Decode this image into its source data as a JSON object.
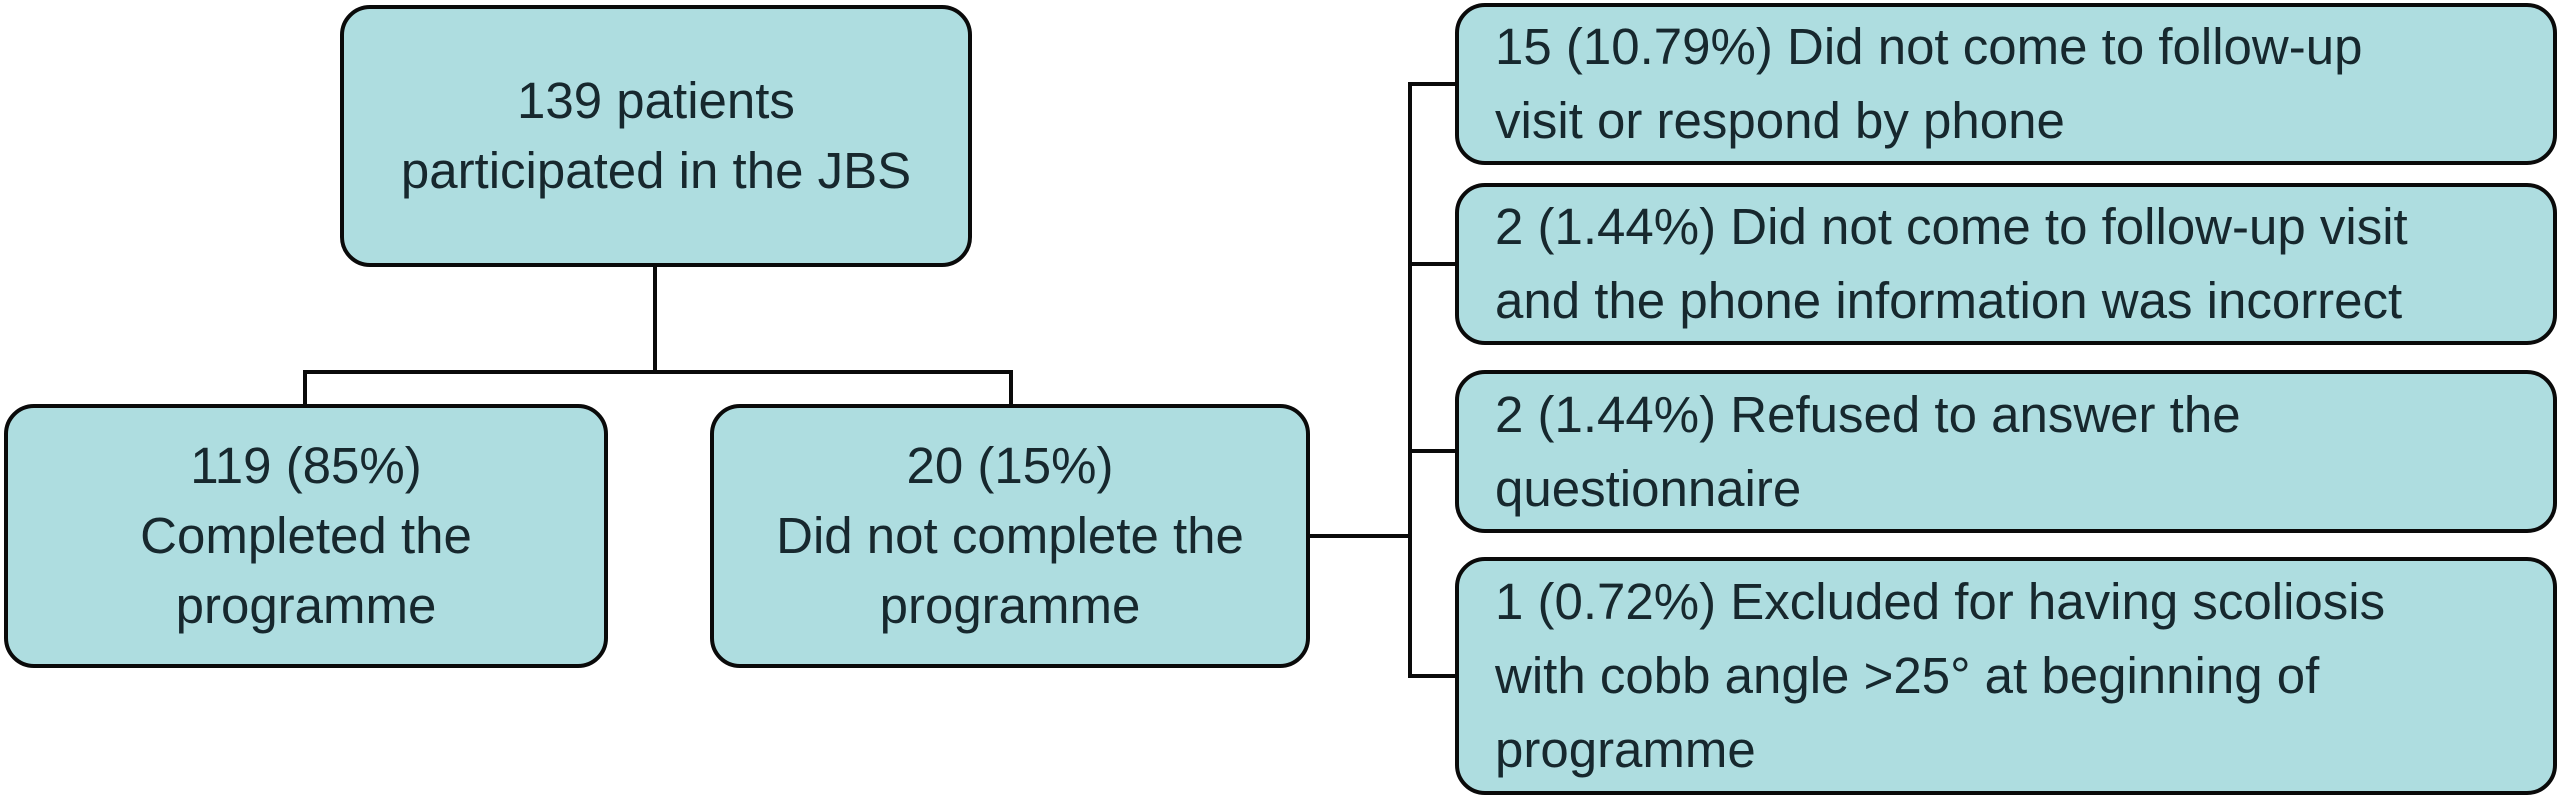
{
  "colors": {
    "node_fill": "#aedde0",
    "node_border": "#0a0a0a",
    "text_color": "#17282e",
    "connector": "#0a0a0a",
    "background": "#ffffff"
  },
  "nodes": {
    "root": {
      "text": "139 patients\nparticipated in the JBS"
    },
    "completed": {
      "text": "119 (85%)\nCompleted the\nprogramme"
    },
    "not_completed": {
      "text": "20 (15%)\nDid not complete the\nprogramme"
    },
    "reasons": [
      {
        "text": "15 (10.79%) Did not come to follow-up\nvisit or respond by phone"
      },
      {
        "text": "2 (1.44%) Did not come to follow-up visit\nand the phone information was incorrect"
      },
      {
        "text": "2 (1.44%) Refused to answer the\nquestionnaire"
      },
      {
        "text": "1 (0.72%) Excluded for having scoliosis\nwith cobb angle >25° at beginning of\nprogramme"
      }
    ]
  }
}
